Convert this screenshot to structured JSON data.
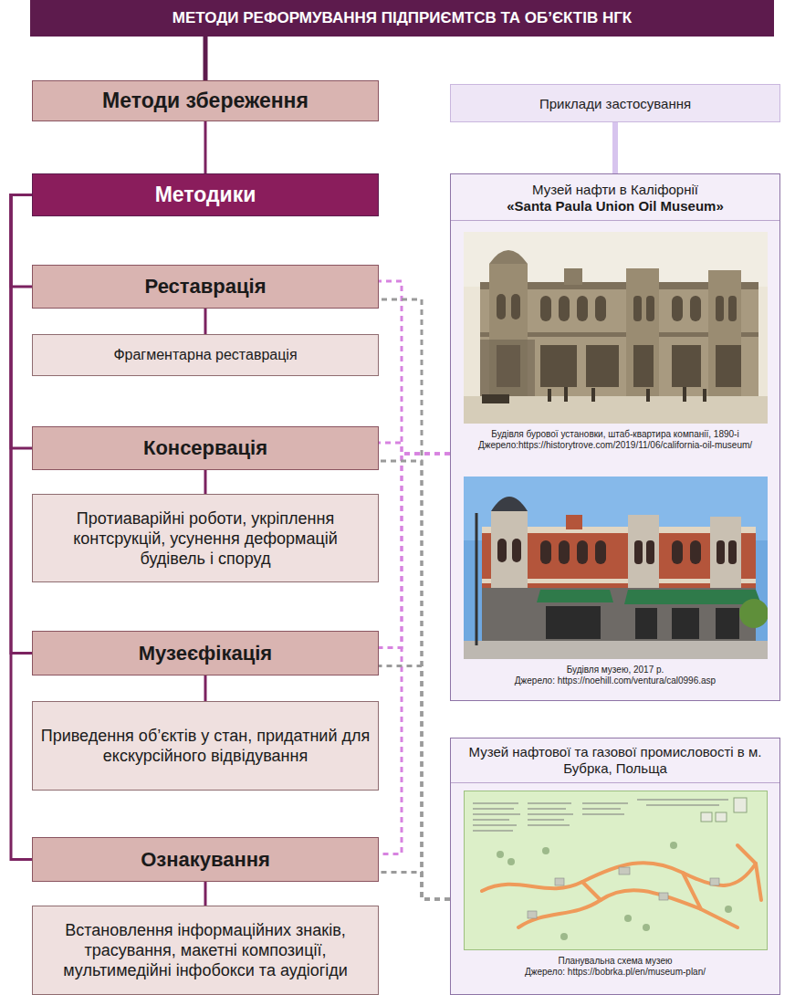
{
  "diagram": {
    "title": "МЕТОДИ РЕФОРМУВАННЯ ПІДПРИЄМТСВ ТА ОБ’ЄКТІВ НГК",
    "nodes": [
      {
        "text": [
          "Методи збереження"
        ]
      },
      {
        "text": [
          "Приклади застосування"
        ]
      },
      {
        "text": [
          "Методики"
        ]
      },
      {
        "text": [
          "Реставрація"
        ]
      },
      {
        "text": [
          "Фрагментарна реставрація"
        ]
      },
      {
        "text": [
          "Консервація"
        ]
      },
      {
        "text": [
          "Протиаварійні роботи, укріплення контсрукцій, усунення деформацій будівель і споруд"
        ]
      },
      {
        "text": [
          "Музеєфікація"
        ]
      },
      {
        "text": [
          "Приведення об’єктів у стан, придатний для екскурсійного відвідування"
        ]
      },
      {
        "text": [
          "Ознакування"
        ]
      },
      {
        "text": [
          "Встановлення інформаційних знаків, трасування, макетні композиції, мультимедійні інфобокси та аудіогіди"
        ]
      },
      {
        "text": [
          "Музей нафти в Каліфорнії",
          "«Santa Paula Union Oil Museum»",
          "Будівля бурової установки, штаб-квартира компанії, 1890-і",
          "Джерело:https://historytrove.com/2019/11/06/california-oil-museum/",
          "Будівля музею, 2017 р.",
          "Джерело: https://noehill.com/ventura/cal0996.asp"
        ]
      },
      {
        "text": [
          "Музей нафтової та газової промисловості в м. Бубрка, Польща",
          "Планувальна схема музею",
          "Джерело: https://bobrka.pl/en/museum-plan/"
        ]
      }
    ],
    "edges": [
      {
        "from": 0,
        "to": 2,
        "arrow": "none"
      },
      {
        "from": 1,
        "to": 11,
        "arrow": "none"
      },
      {
        "from": 2,
        "to": 3,
        "arrow": "none"
      },
      {
        "from": 2,
        "to": 5,
        "arrow": "none"
      },
      {
        "from": 2,
        "to": 7,
        "arrow": "none"
      },
      {
        "from": 2,
        "to": 9,
        "arrow": "none"
      },
      {
        "from": 3,
        "to": 4,
        "arrow": "none"
      },
      {
        "from": 5,
        "to": 6,
        "arrow": "none"
      },
      {
        "from": 7,
        "to": 8,
        "arrow": "none"
      },
      {
        "from": 9,
        "to": 10,
        "arrow": "none"
      },
      {
        "from": 11,
        "to": 3,
        "arrow": "none"
      },
      {
        "from": 11,
        "to": 5,
        "arrow": "none"
      },
      {
        "from": 11,
        "to": 7,
        "arrow": "none"
      },
      {
        "from": 11,
        "to": 9,
        "arrow": "none"
      },
      {
        "from": 12,
        "to": 3,
        "arrow": "none"
      },
      {
        "from": 12,
        "to": 5,
        "arrow": "none"
      },
      {
        "from": 12,
        "to": 7,
        "arrow": "none"
      },
      {
        "from": 12,
        "to": 9,
        "arrow": "none"
      }
    ]
  }
}
